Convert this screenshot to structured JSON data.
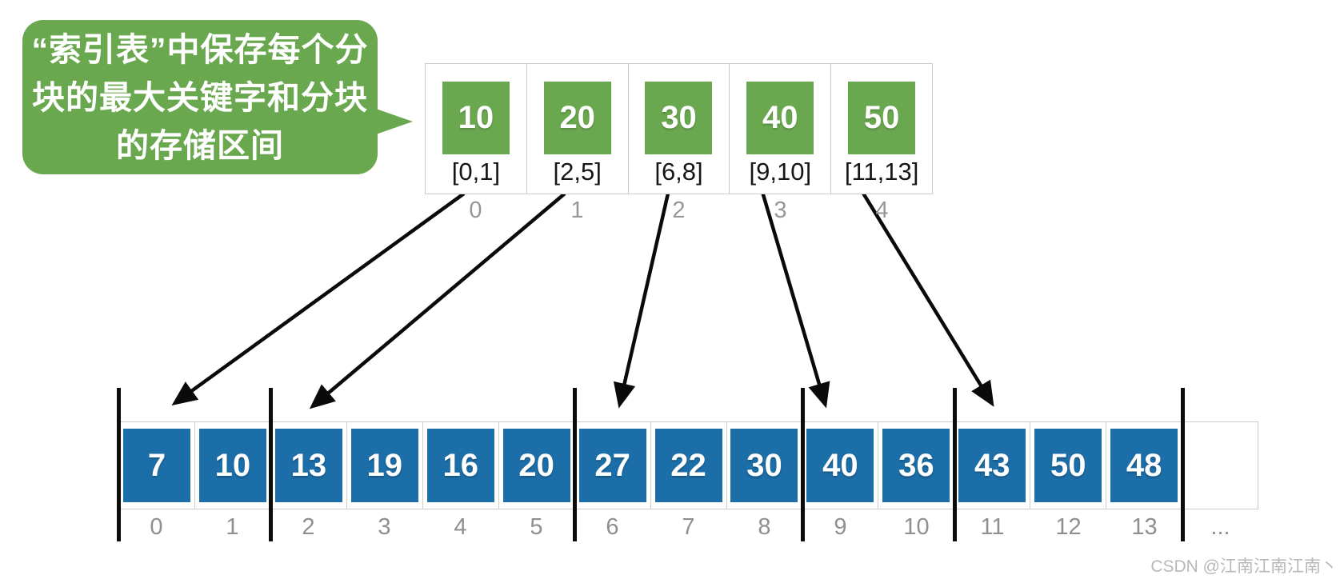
{
  "speech_bubble": {
    "lines": [
      "“索引表”中保存每个分",
      "块的最大关键字和分块",
      "的存储区间"
    ],
    "bg_color": "#6aa84f"
  },
  "index_table": {
    "key_color": "#6aa84f",
    "entries": [
      {
        "key": "10",
        "range": "[0,1]",
        "index": "0"
      },
      {
        "key": "20",
        "range": "[2,5]",
        "index": "1"
      },
      {
        "key": "30",
        "range": "[6,8]",
        "index": "2"
      },
      {
        "key": "40",
        "range": "[9,10]",
        "index": "3"
      },
      {
        "key": "50",
        "range": "[11,13]",
        "index": "4"
      }
    ]
  },
  "main_array": {
    "cell_color": "#1c6ea8",
    "values": [
      "7",
      "10",
      "13",
      "19",
      "16",
      "20",
      "27",
      "22",
      "30",
      "40",
      "36",
      "43",
      "50",
      "48"
    ],
    "indices": [
      "0",
      "1",
      "2",
      "3",
      "4",
      "5",
      "6",
      "7",
      "8",
      "9",
      "10",
      "11",
      "12",
      "13"
    ],
    "overflow_label": "...",
    "block_dividers_after_index": [
      "start",
      "1",
      "5",
      "8",
      "10",
      "13"
    ]
  },
  "watermark": "CSDN @江南江南江南丶"
}
